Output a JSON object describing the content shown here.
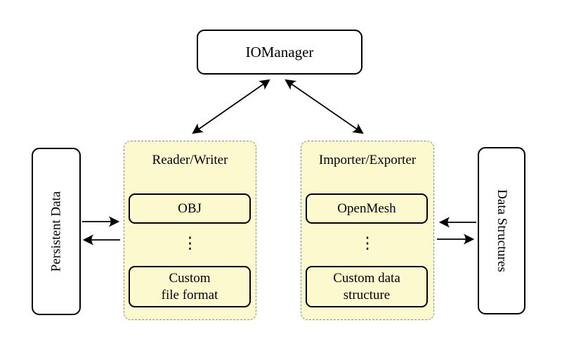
{
  "colors": {
    "group_fill": "#FCF9CF",
    "group_border": "#8a8a8a",
    "node_border": "#000000",
    "node_fill": "#ffffff",
    "arrow": "#000000"
  },
  "nodes": {
    "iomanager": {
      "label": "IOManager"
    },
    "persistent_data": {
      "label": "Persistent Data"
    },
    "data_structures": {
      "label": "Data Structures"
    }
  },
  "groups": {
    "reader_writer": {
      "title": "Reader/Writer",
      "items": [
        {
          "label": "OBJ"
        },
        {
          "label": "⋮"
        },
        {
          "label": "Custom\nfile format"
        }
      ]
    },
    "importer_exporter": {
      "title": "Importer/Exporter",
      "items": [
        {
          "label": "OpenMesh"
        },
        {
          "label": "⋮"
        },
        {
          "label": "Custom data\nstructure"
        }
      ]
    }
  }
}
